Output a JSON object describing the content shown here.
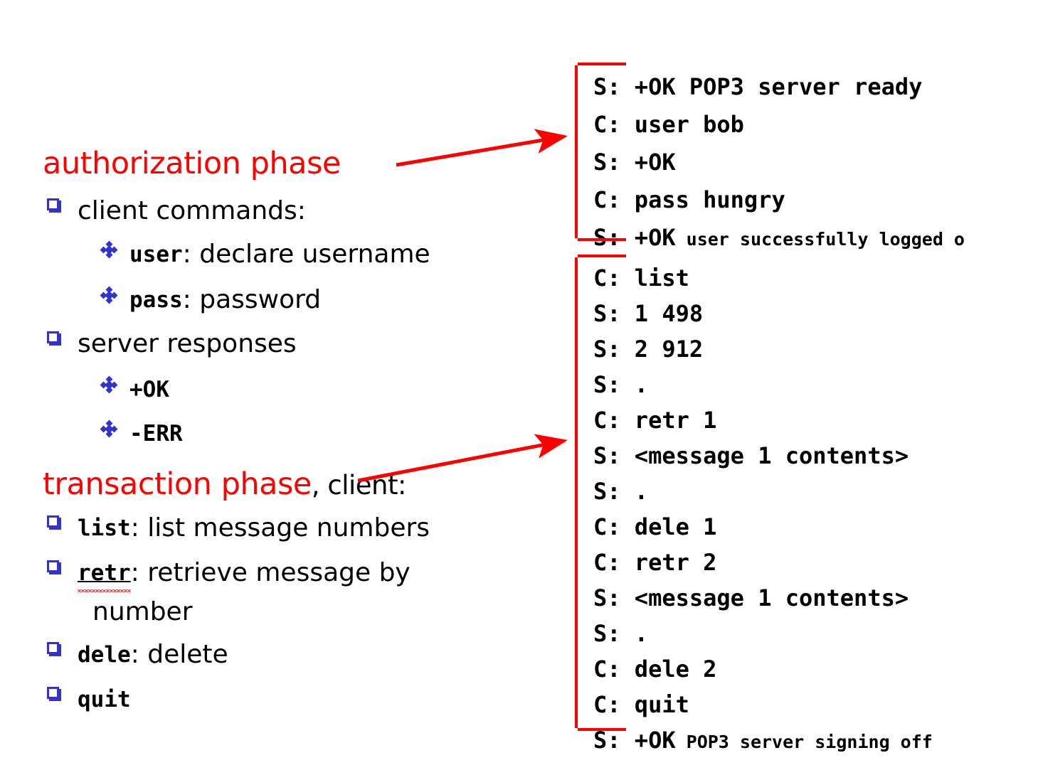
{
  "slide": {
    "accent_red": "#ff0000",
    "bullet_blue": "#3333cc",
    "text_black": "#000000",
    "background": "#ffffff"
  },
  "left": {
    "authorization": {
      "heading": "authorization phase",
      "heading_tail": "",
      "items": [
        {
          "label_mono": "",
          "label_text": "client commands:",
          "sub": [
            {
              "cmd": "user",
              "desc": ": declare username"
            },
            {
              "cmd": "pass",
              "desc": ": password"
            }
          ]
        },
        {
          "label_mono": "",
          "label_text": "server responses",
          "sub": [
            {
              "cmd": "+OK",
              "desc": ""
            },
            {
              "cmd": "-ERR",
              "desc": ""
            }
          ]
        }
      ]
    },
    "transaction": {
      "heading": "transaction phase",
      "heading_tail": ", client:",
      "items": [
        {
          "cmd": "list",
          "desc": ": list message numbers",
          "wrap": ""
        },
        {
          "cmd": "retr",
          "desc": ": retrieve message by",
          "wrap": "number",
          "spellcheck_error": true
        },
        {
          "cmd": "dele",
          "desc": ": delete",
          "wrap": ""
        },
        {
          "cmd": "quit",
          "desc": "",
          "wrap": ""
        }
      ]
    }
  },
  "transcripts": [
    {
      "name": "authorization-transcript",
      "lines": [
        {
          "big": "S: +OK POP3 server ready",
          "small": ""
        },
        {
          "big": "C: user bob",
          "small": ""
        },
        {
          "big": "S: +OK",
          "small": ""
        },
        {
          "big": "C: pass hungry",
          "small": ""
        },
        {
          "big": "S: +OK",
          "small": " user successfully logged o"
        }
      ]
    },
    {
      "name": "transaction-transcript",
      "lines": [
        {
          "big": "C: list",
          "small": ""
        },
        {
          "big": "S: 1 498",
          "small": ""
        },
        {
          "big": "S: 2 912",
          "small": ""
        },
        {
          "big": "S: .",
          "small": ""
        },
        {
          "big": "C: retr 1",
          "small": ""
        },
        {
          "big": "S: <message 1 contents>",
          "small": ""
        },
        {
          "big": "S: .",
          "small": ""
        },
        {
          "big": "C: dele 1",
          "small": ""
        },
        {
          "big": "C: retr 2",
          "small": ""
        },
        {
          "big": "S: <message 1 contents>",
          "small": ""
        },
        {
          "big": "S: .",
          "small": ""
        },
        {
          "big": "C: dele 2",
          "small": ""
        },
        {
          "big": "C: quit",
          "small": ""
        },
        {
          "big": "S: +OK",
          "small": " POP3 server signing off"
        }
      ]
    }
  ]
}
